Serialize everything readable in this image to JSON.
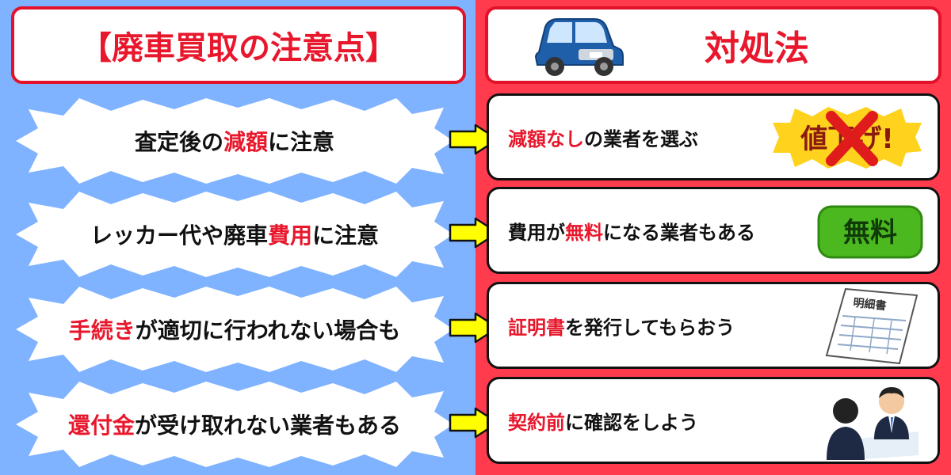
{
  "left_header": {
    "title": "【廃車買取の注意点】"
  },
  "right_header": {
    "title": "対処法"
  },
  "points": [
    {
      "pre": "査定後の",
      "highlight": "減額",
      "post": "に注意"
    },
    {
      "pre": "レッカー代や廃車",
      "highlight": "費用",
      "post": "に注意"
    },
    {
      "pre": "",
      "highlight": "手続き",
      "post": "が適切に行われない場合も"
    },
    {
      "pre": "",
      "highlight": "還付金",
      "post": "が受け取れない業者もある"
    }
  ],
  "solutions": [
    {
      "pre": "",
      "highlight": "減額なし",
      "post": "の業者を選ぶ"
    },
    {
      "pre": "費用が",
      "highlight": "無料",
      "post": "になる業者もある"
    },
    {
      "pre": "",
      "highlight": "証明書",
      "post": "を発行してもらおう"
    },
    {
      "pre": "",
      "highlight": "契約前",
      "post": "に確認をしよう"
    }
  ],
  "illustrations": {
    "price_stamp": "値下げ!",
    "free_badge": "無料",
    "document_title": "明細書"
  },
  "colors": {
    "left_bg": "#7fb2ff",
    "right_bg": "#ff3b4d",
    "accent": "#e8172c",
    "arrow": "#ffff00"
  }
}
